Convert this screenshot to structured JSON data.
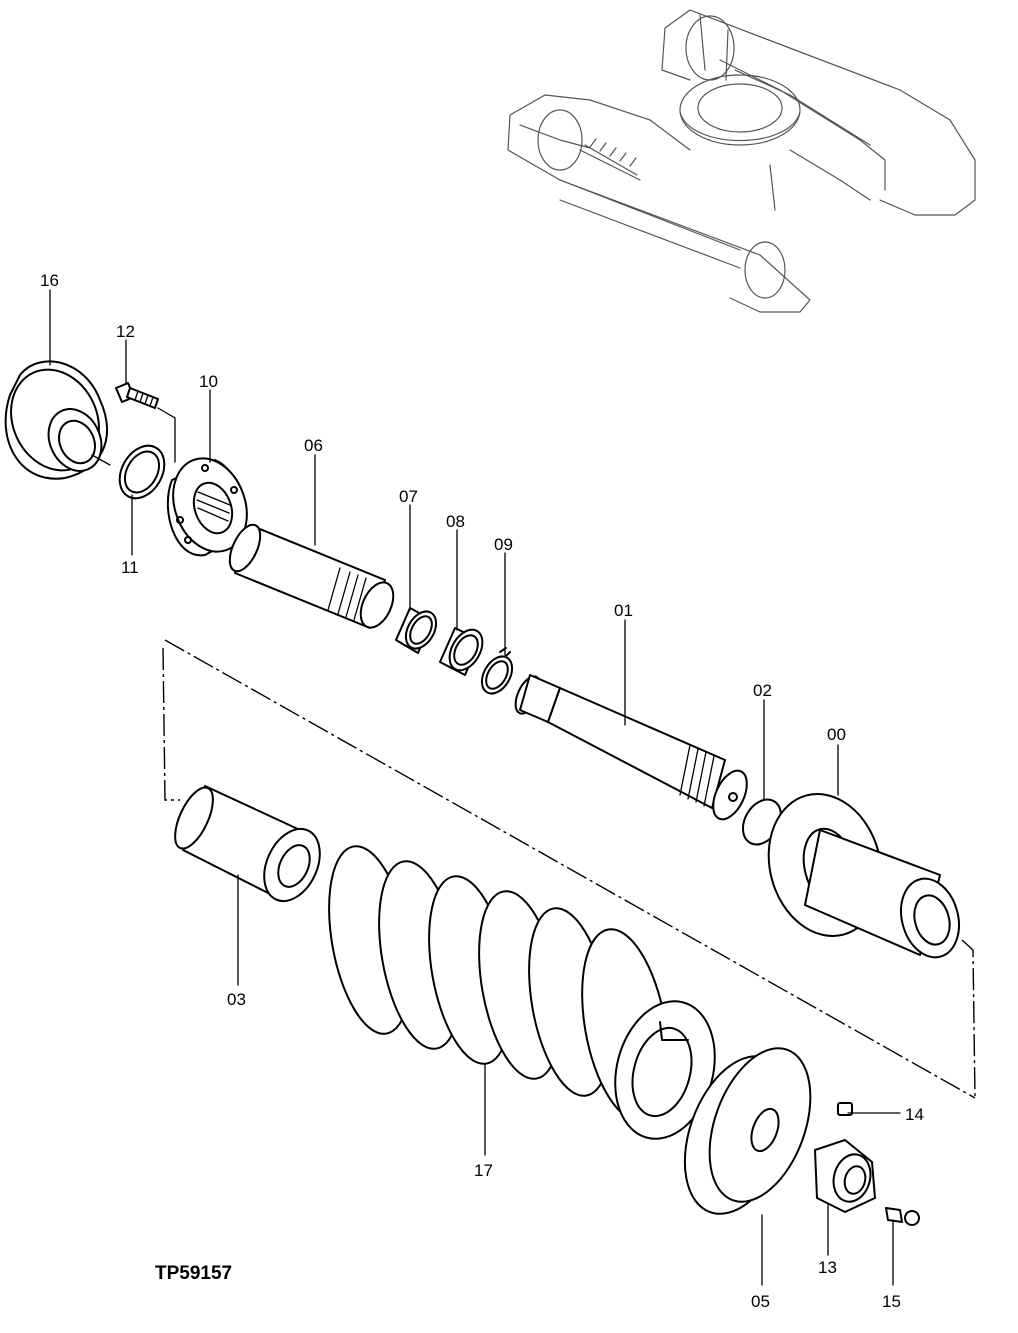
{
  "drawing_code": "TP59157",
  "callouts": {
    "p00": "00",
    "p01": "01",
    "p02": "02",
    "p03": "03",
    "p05": "05",
    "p06": "06",
    "p07": "07",
    "p08": "08",
    "p09": "09",
    "p10": "10",
    "p11": "11",
    "p12": "12",
    "p13": "13",
    "p14": "14",
    "p15": "15",
    "p16": "16",
    "p17": "17"
  }
}
